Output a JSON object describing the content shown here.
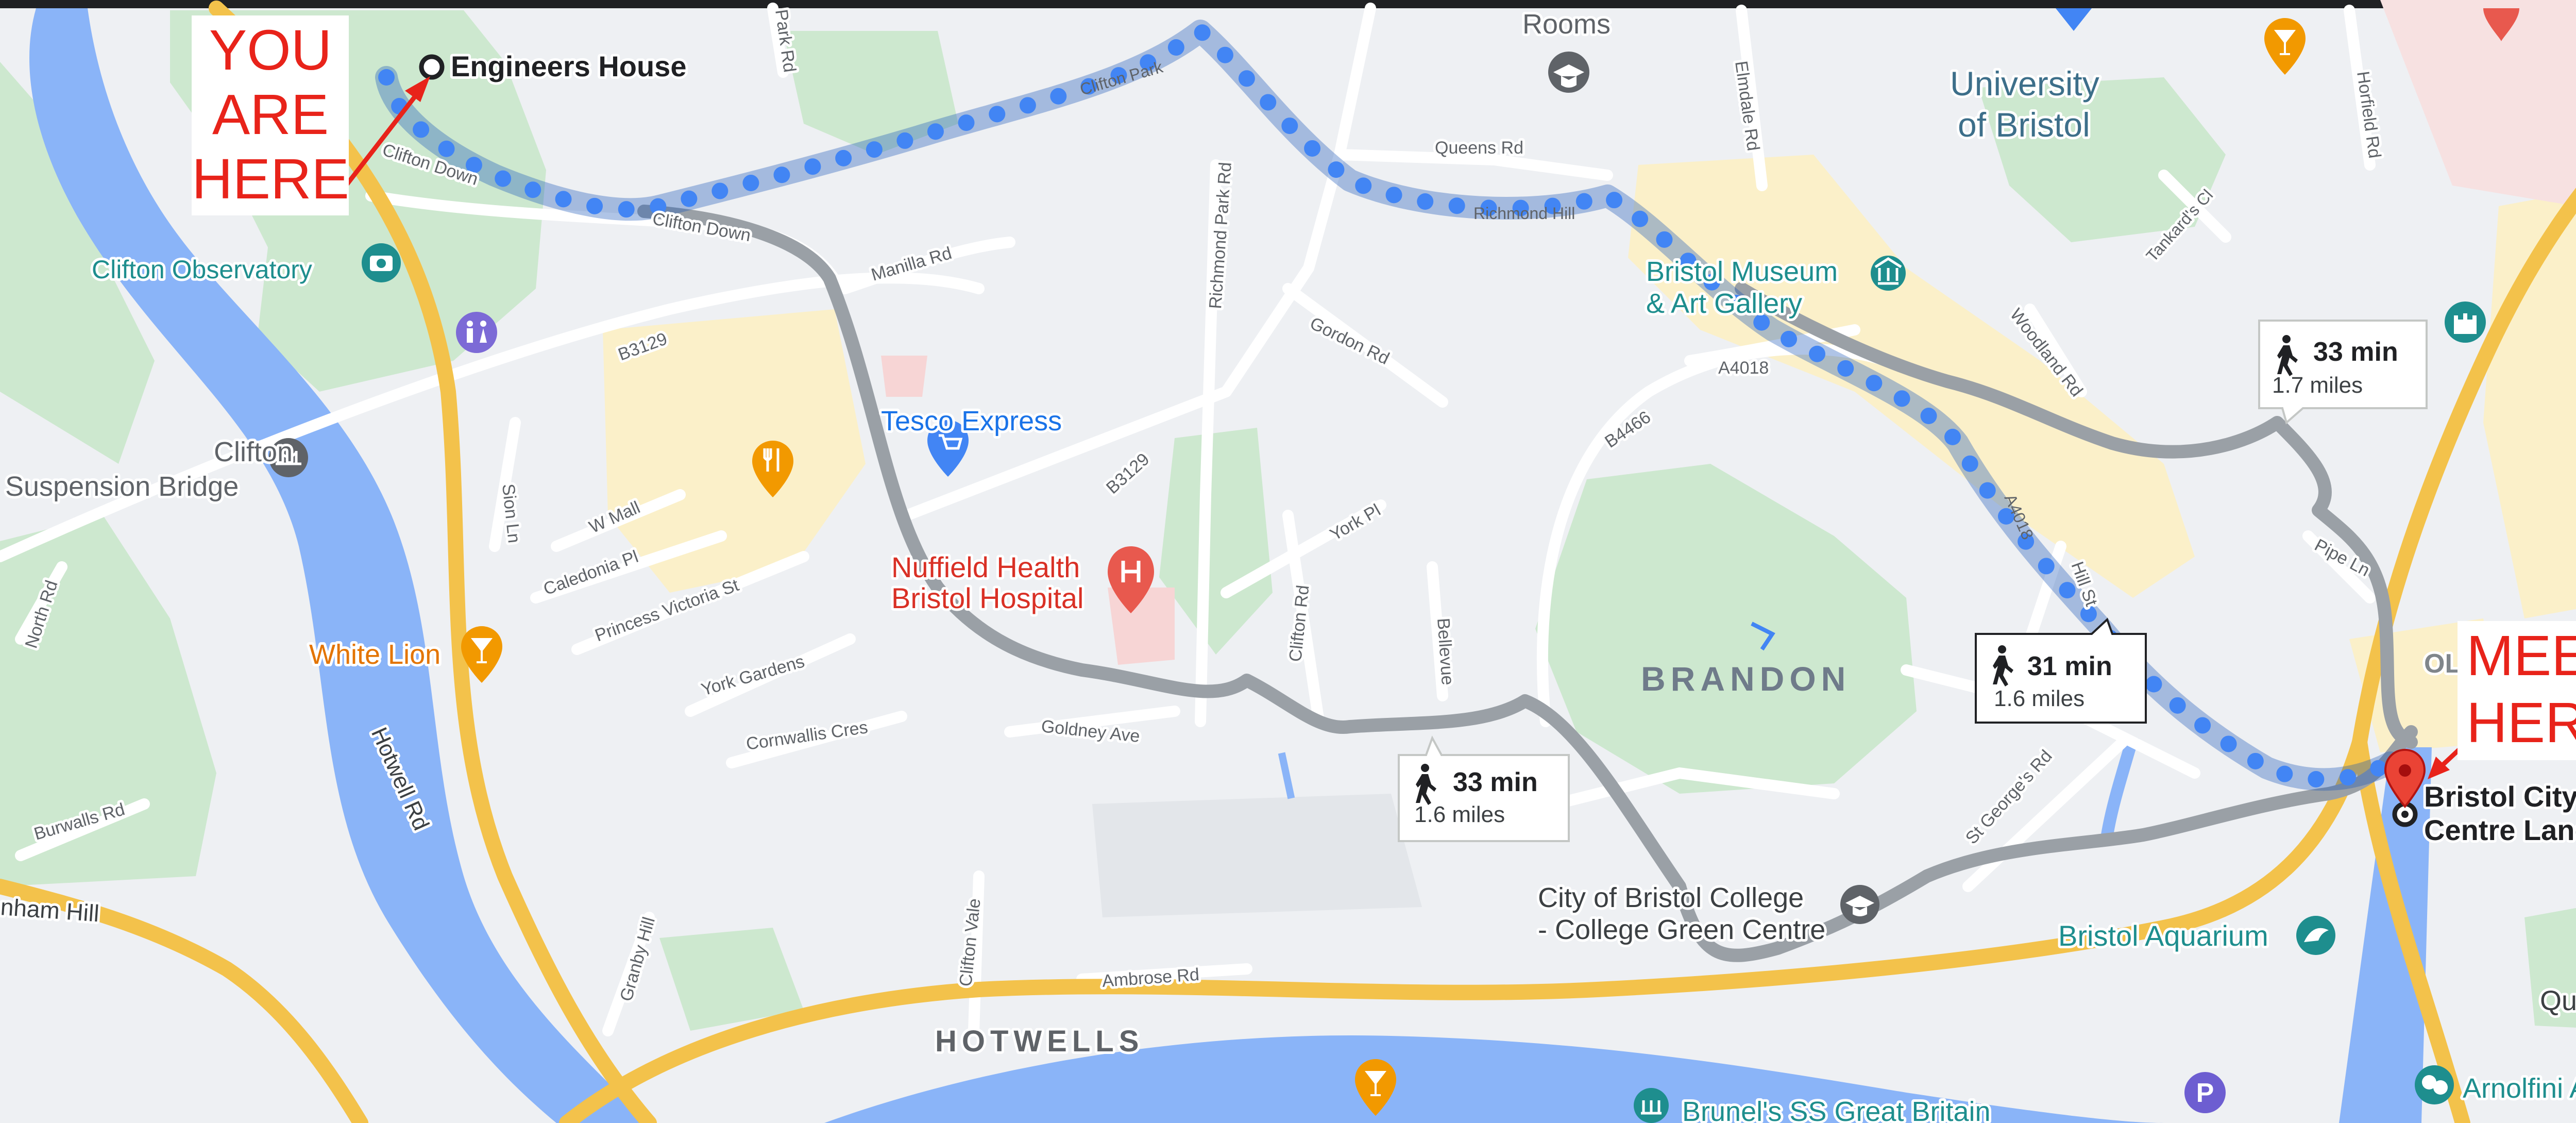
{
  "annotations": {
    "you_are_here": [
      "YOU",
      "ARE",
      "HERE"
    ],
    "meet_here": [
      "MEET",
      "HERE"
    ]
  },
  "places": {
    "origin": "Engineers House",
    "destination": [
      "Bristol City",
      "Centre Landing"
    ]
  },
  "route_callouts": [
    {
      "time": "33 min",
      "distance": "1.7 miles"
    },
    {
      "time": "31 min",
      "distance": "1.6 miles"
    },
    {
      "time": "33 min",
      "distance": "1.6 miles"
    }
  ],
  "pois": {
    "rooms": "Rooms",
    "university": [
      "University",
      "of Bristol"
    ],
    "clifton_observatory": "Clifton Observatory",
    "suspension_bridge": [
      "Clifton",
      "Suspension Bridge"
    ],
    "tesco": "Tesco Express",
    "nuffield": [
      "Nuffield Health",
      "Bristol Hospital"
    ],
    "white_lion": "White Lion",
    "museum": [
      "Bristol Museum",
      "& Art Gallery"
    ],
    "college": [
      "City of Bristol College",
      "- College Green Centre"
    ],
    "aquarium": "Bristol Aquarium",
    "arnolfini": "Arnolfini Arts",
    "queen_sq": "Queen Sq",
    "ss_great_britain": "Brunel's SS Great Britain"
  },
  "areas": {
    "brandon": "BRANDON",
    "hotwells": "HOTWELLS"
  },
  "roads": {
    "park_rd": "Park Rd",
    "elmdale_rd": "Elmdale Rd",
    "horfield_rd": "Horfield Rd",
    "clifton_park": "Clifton Park",
    "queens_rd": "Queens Rd",
    "richmond_hill": "Richmond Hill",
    "richmond_park_rd": "Richmond Park Rd",
    "tankards_cl": "Tankard's Cl",
    "clifton_down_1": "Clifton Down",
    "clifton_down_2": "Clifton Down",
    "manilla_rd": "Manilla Rd",
    "b3129_a": "B3129",
    "b3129_b": "B3129",
    "gordon_rd": "Gordon Rd",
    "a4018_a": "A4018",
    "a4018_b": "A4018",
    "b4466": "B4466",
    "woodland_rd": "Woodland Rd",
    "sion_ln": "Sion Ln",
    "w_mall": "W Mall",
    "caledonia_pl": "Caledonia Pl",
    "princess_victoria_st": "Princess Victoria St",
    "york_pl": "York Pl",
    "north_rd": "North Rd",
    "clifton_rd": "Clifton Rd",
    "bellevue": "Bellevue",
    "hill_st": "Hill St",
    "pipe_ln": "Pipe Ln",
    "york_gardens": "York Gardens",
    "cornwallis_cres": "Cornwallis Cres",
    "goldney_ave": "Goldney Ave",
    "burwalls_rd": "Burwalls Rd",
    "hotwell_rd": "Hotwell Rd",
    "nham_hill": "nham Hill",
    "granby_hill": "Granby Hill",
    "clifton_vale": "Clifton Vale",
    "ambrose_rd": "Ambrose Rd",
    "st_georges_rd": "St George's Rd",
    "ol": "OL"
  },
  "colors": {
    "land": "#eef0f3",
    "water": "#8ab4f8",
    "park": "#c8e6c9",
    "main_road": "#fad66b",
    "route_active": "#4285f4",
    "route_alt": "#9aa0a6",
    "annotation": "#e8231a",
    "pin": "#ea4335"
  },
  "icons": {
    "walk": "walking-person-icon",
    "pin": "destination-pin-icon",
    "hospital": "hospital-icon",
    "shopping": "shopping-cart-icon",
    "restaurant": "fork-knife-icon",
    "bar": "cocktail-icon",
    "camera": "camera-icon",
    "museum": "museum-icon",
    "school": "graduation-cap-icon",
    "aquarium": "dolphin-icon",
    "toilets": "toilets-icon",
    "bridge": "bridge-icon",
    "castle": "castle-icon",
    "parking": "parking-icon"
  }
}
